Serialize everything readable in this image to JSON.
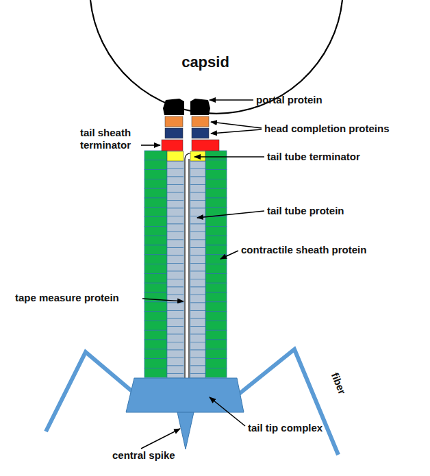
{
  "diagram": {
    "nodes": [
      {
        "text": [
          "capsid"
        ]
      }
    ],
    "labels": [
      "portal protein",
      "head completion proteins",
      "tail sheath terminator",
      "tail tube terminator",
      "tail tube protein",
      "contractile sheath protein",
      "tape measure protein",
      "fiber",
      "tail tip complex",
      "central spike"
    ]
  }
}
